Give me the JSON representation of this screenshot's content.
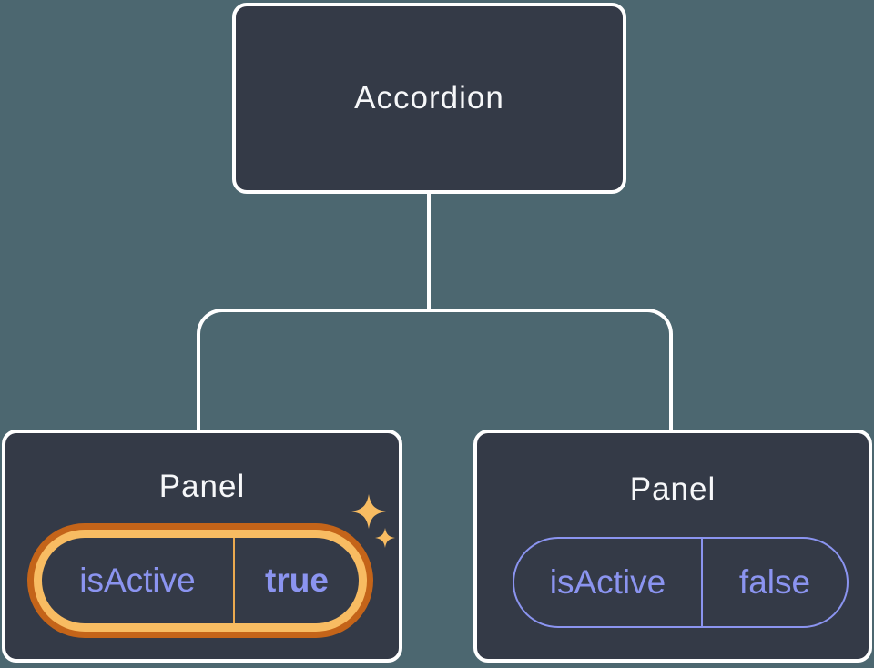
{
  "diagram": {
    "root": {
      "label": "Accordion"
    },
    "panels": [
      {
        "label": "Panel",
        "prop": "isActive",
        "value": "true",
        "highlighted": true
      },
      {
        "label": "Panel",
        "prop": "isActive",
        "value": "false",
        "highlighted": false
      }
    ]
  },
  "icons": {
    "sparkle_large": "four-point-star",
    "sparkle_small": "four-point-star"
  },
  "colors": {
    "background": "#4c6770",
    "box_fill": "#343a47",
    "box_border": "#ffffff",
    "connector": "#ffffff",
    "title_text": "#f6f7f9",
    "purple": "#8b94f0",
    "orange_dark": "#c46419",
    "orange_light": "#f8bc62",
    "divider_orange": "#eba94f",
    "sparkle": "#f8bc62"
  }
}
